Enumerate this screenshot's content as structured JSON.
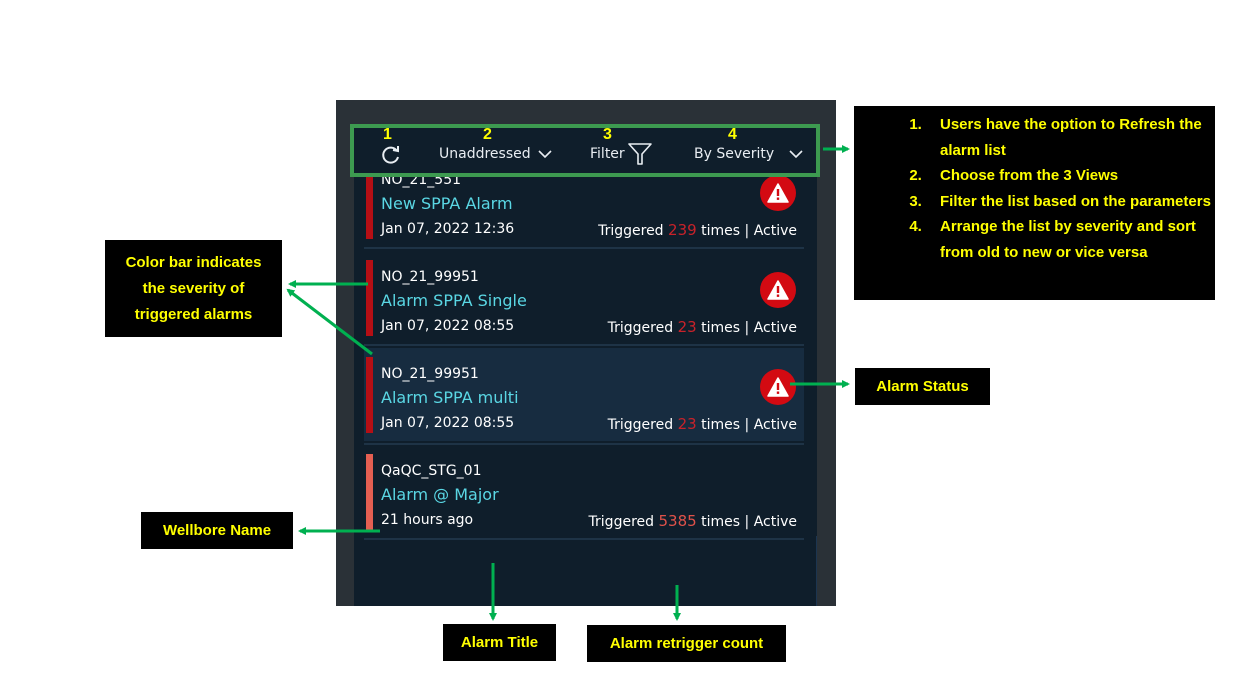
{
  "toolbar": {
    "numbers": [
      "1",
      "2",
      "3",
      "4"
    ],
    "refresh_icon": "refresh-icon",
    "view_select": {
      "label": "Unaddressed",
      "icon": "chevron-down-icon"
    },
    "filter": {
      "label": "Filter",
      "icon": "funnel-icon"
    },
    "sort_select": {
      "label": "By Severity",
      "icon": "chevron-down-icon"
    }
  },
  "alarms": [
    {
      "wellbore": "NO_21_551",
      "title": "New SPPA Alarm",
      "time": "Jan 07, 2022 12:36",
      "triggered_prefix": "Triggered",
      "count": "239",
      "triggered_suffix": "times",
      "separator": "|",
      "status": "Active",
      "severity_color": "#b50f15",
      "icon": "alert-triangle-icon"
    },
    {
      "wellbore": "NO_21_99951",
      "title": "Alarm SPPA Single",
      "time": "Jan 07, 2022 08:55",
      "triggered_prefix": "Triggered",
      "count": "23",
      "triggered_suffix": "times",
      "separator": "|",
      "status": "Active",
      "severity_color": "#b50f15",
      "icon": "alert-triangle-icon"
    },
    {
      "wellbore": "NO_21_99951",
      "title": "Alarm SPPA multi",
      "time": "Jan 07, 2022 08:55",
      "triggered_prefix": "Triggered",
      "count": "23",
      "triggered_suffix": "times",
      "separator": "|",
      "status": "Active",
      "severity_color": "#b50f15",
      "icon": "alert-triangle-icon",
      "selected": true
    },
    {
      "wellbore": "QaQC_STG_01",
      "title": "Alarm @ Major",
      "time": "21 hours ago",
      "triggered_prefix": "Triggered",
      "count": "5385",
      "triggered_suffix": "times",
      "separator": "|",
      "status": "Active",
      "severity_color": "#e45f52"
    }
  ],
  "annotations": {
    "toolbar_help": [
      "Users have the option to Refresh the alarm list",
      "Choose from the 3 Views",
      "Filter the list based on the parameters",
      "Arrange the list by severity and sort from old to new or vice versa"
    ],
    "color_bar": "Color bar indicates the severity of triggered alarms",
    "alarm_status": "Alarm Status",
    "wellbore_name": "Wellbore Name",
    "alarm_title": "Alarm Title",
    "retrigger_count": "Alarm retrigger count"
  },
  "colors": {
    "highlight_green": "#3d9a50",
    "annotation_text": "#ffff00",
    "critical": "#b50f15",
    "major": "#e45f52",
    "title_cyan": "#5ad7e4"
  }
}
